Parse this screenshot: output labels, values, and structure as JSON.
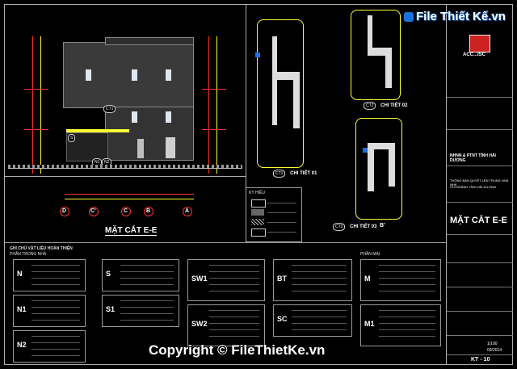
{
  "section_title": "MẶT CẮT E-E",
  "axes": [
    "D",
    "C'",
    "C",
    "B",
    "A"
  ],
  "details": {
    "d1": "CHI TIẾT 01",
    "d2": "CHI TIẾT 02",
    "d3": "CHI TIẾT 03",
    "ct1": "CT1",
    "ct2": "CT2",
    "ct3": "CT3",
    "b_label": "B'"
  },
  "markers": {
    "n1": "N1",
    "n2": "N2",
    "s": "S",
    "ct1_marker": "CT1"
  },
  "legend": {
    "header": "GHI CHÚ VẬT LIỆU HOÀN THIỆN",
    "sub_left": "PHẦN TRONG NHÀ",
    "sub_right": "PHẦN MÁI",
    "codes": [
      "N",
      "N1",
      "N2",
      "S",
      "S1",
      "SW1",
      "SW2",
      "BT",
      "SC",
      "M",
      "M1"
    ]
  },
  "key_table": {
    "title": "KÝ HIỆU"
  },
  "title_block": {
    "company": "ACC...ISC",
    "owner": "NHNN & PTNT TỈNH HẢI DƯƠNG",
    "project_line1": "THÔNG BÀN QUYẾT LÊN TRUNG NHÀ NHK",
    "project_line2": "CHI NHÁNH TỈNH HẢI DƯƠNG",
    "drawing_title": "MẶT CẮT E-E",
    "sheet_no": "KT - 10",
    "scale": "1/100",
    "date": "09/2014"
  },
  "watermark": {
    "brand": "File Thiết Kế.vn",
    "copyright": "Copyright © FileThietKe.vn"
  },
  "colors": {
    "frame": "#b0b0b0",
    "red": "#ff3333",
    "yellow": "#ffff33",
    "cyan": "#44ffff",
    "building_fill": "#3a3a3a",
    "brand_blue": "#1a73d9"
  }
}
